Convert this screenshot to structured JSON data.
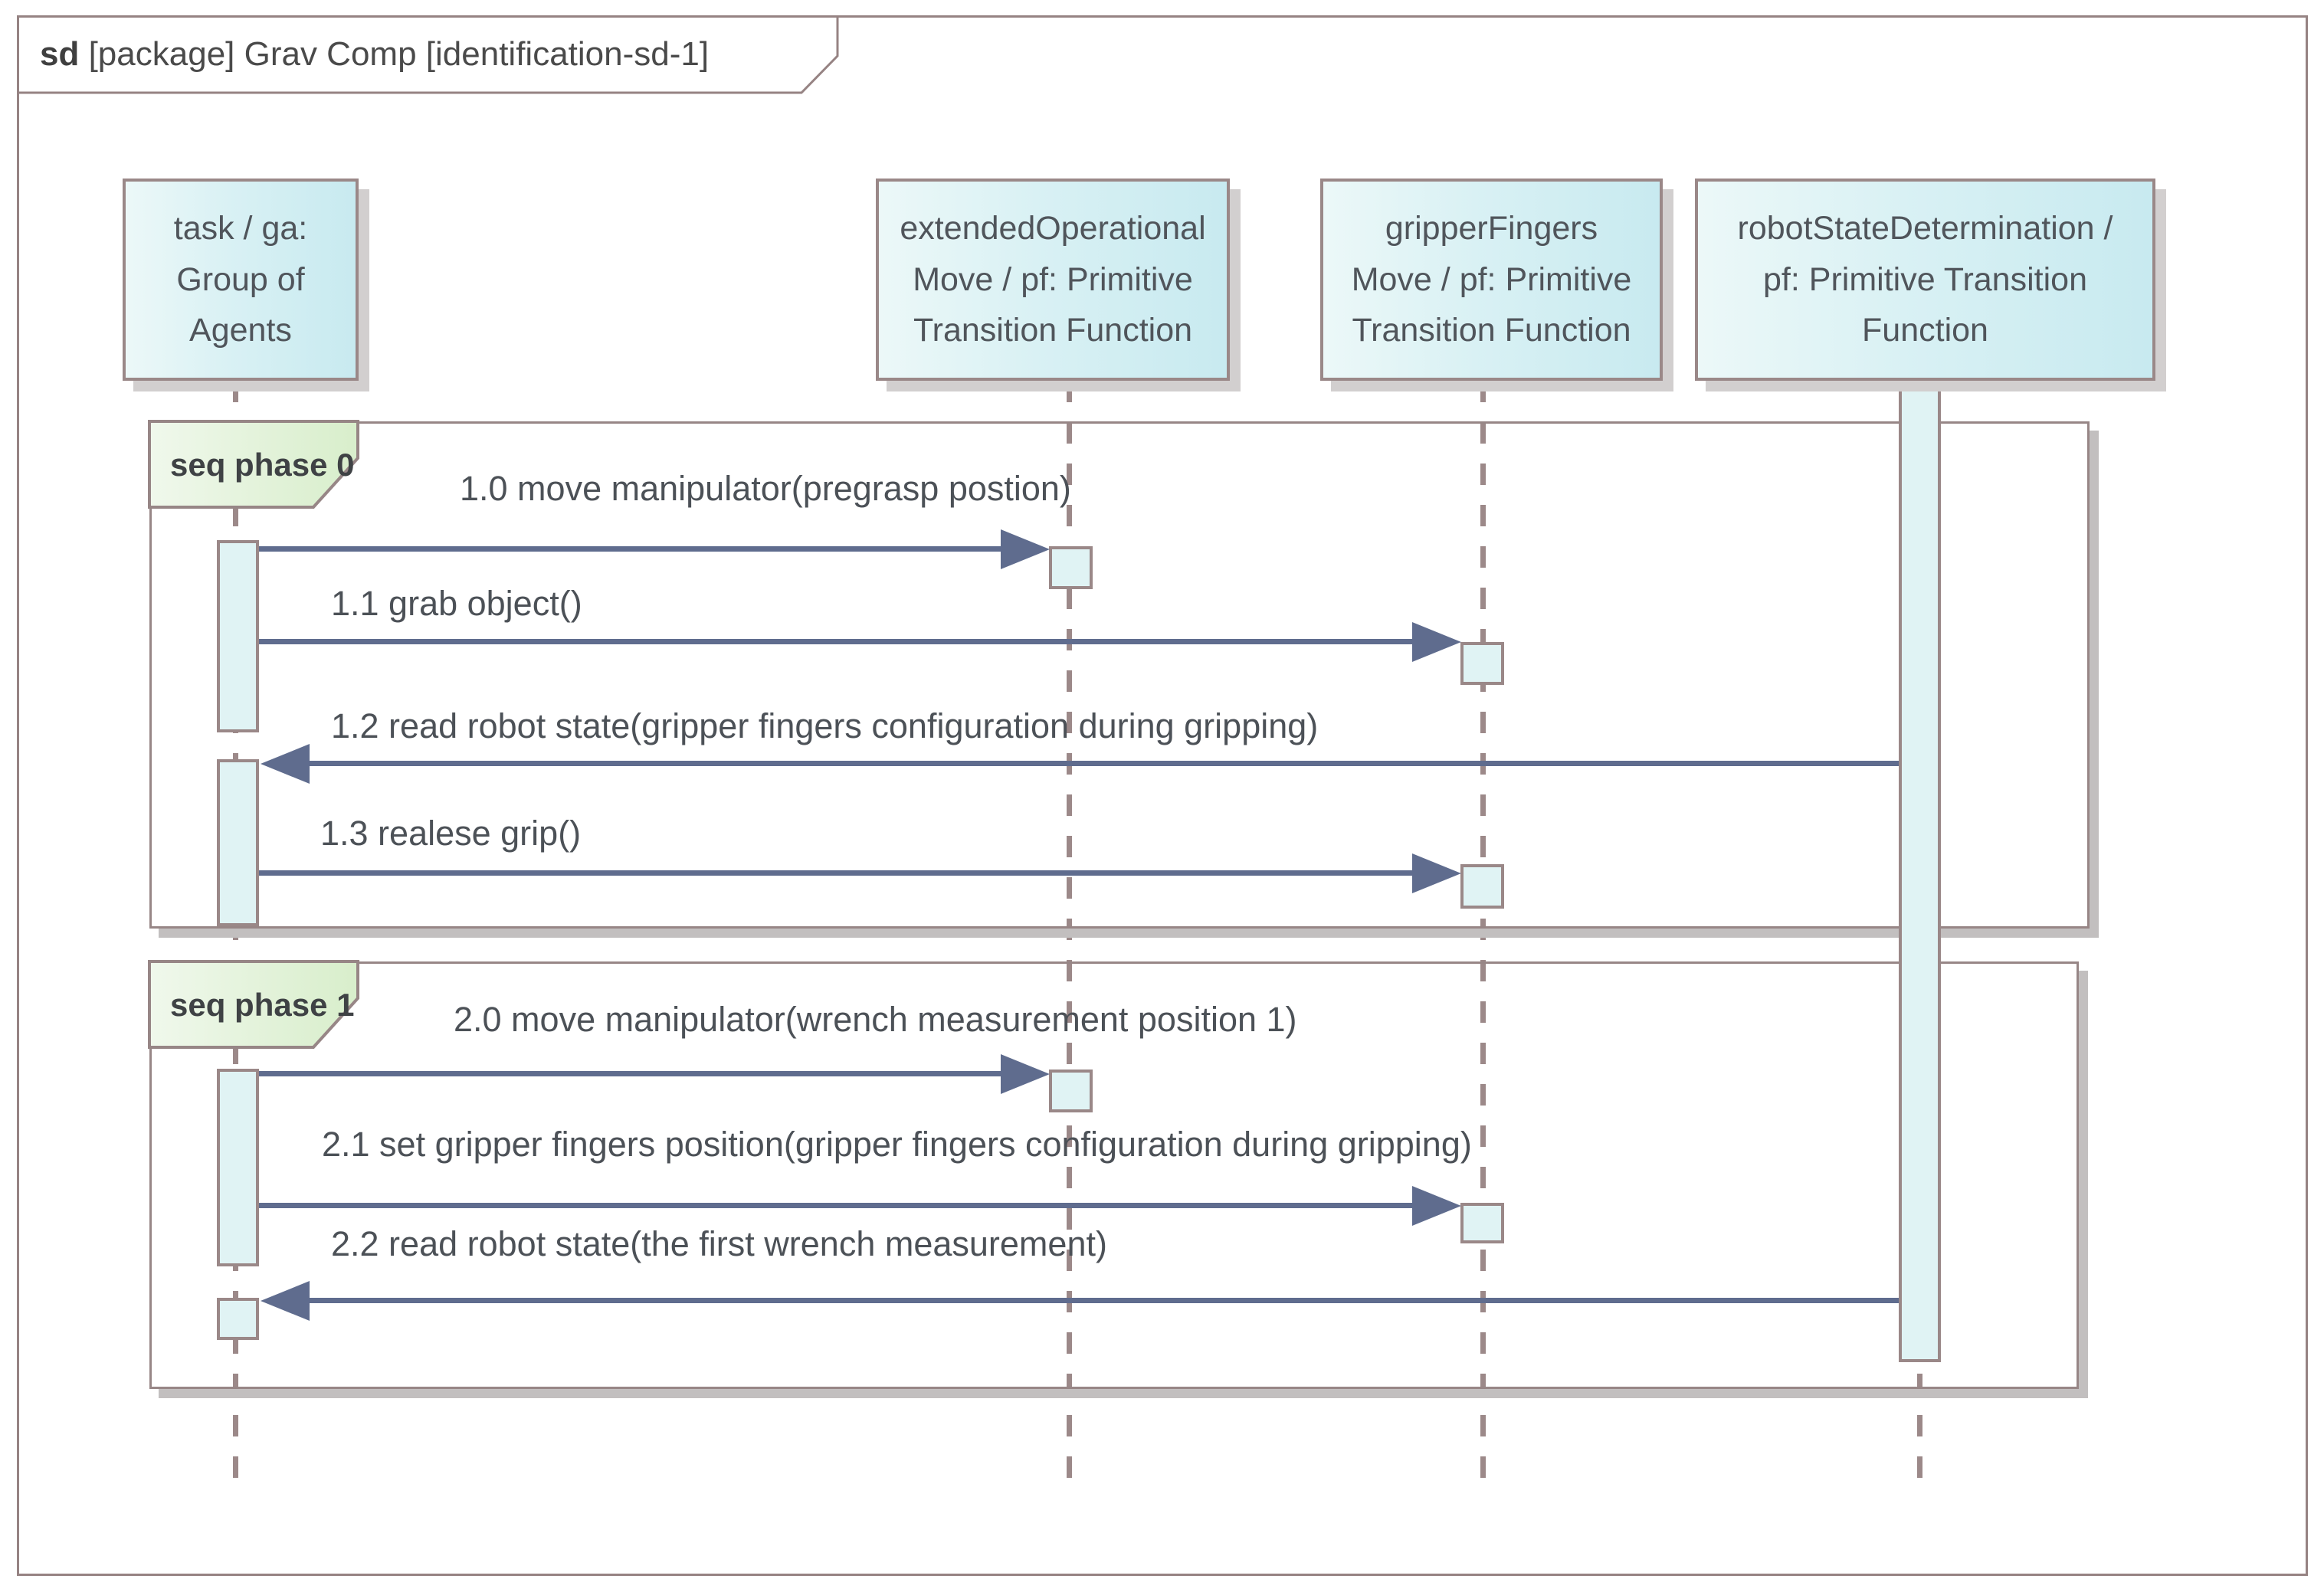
{
  "title": {
    "keyword": "sd",
    "rest": " [package] Grav Comp [identification-sd-1]"
  },
  "lifelines": [
    {
      "label": "task / ga:\nGroup of\nAgents"
    },
    {
      "label": "extendedOperational\nMove / pf: Primitive\nTransition Function"
    },
    {
      "label": "gripperFingers\nMove / pf: Primitive\nTransition Function"
    },
    {
      "label": "robotStateDetermination /\npf: Primitive Transition\nFunction"
    }
  ],
  "fragments": [
    {
      "label": "seq phase 0"
    },
    {
      "label": "seq phase 1"
    }
  ],
  "messages": [
    {
      "label": "1.0 move manipulator(pregrasp postion)",
      "direction": "right"
    },
    {
      "label": "1.1 grab object()",
      "direction": "right"
    },
    {
      "label": "1.2 read robot state(gripper fingers configuration during gripping)",
      "direction": "left"
    },
    {
      "label": "1.3 realese grip()",
      "direction": "right"
    },
    {
      "label": "2.0 move manipulator(wrench measurement position 1)",
      "direction": "right"
    },
    {
      "label": "2.1 set gripper fingers position(gripper fingers configuration during gripping)",
      "direction": "right"
    },
    {
      "label": "2.2 read robot state(the first wrench measurement)",
      "direction": "left"
    }
  ],
  "colors": {
    "border": "#978686",
    "lifeline_header_fill_left": "#ecf8f8",
    "lifeline_header_fill_right": "#c8eaf0",
    "fragment_label_fill_left": "#f0f8ec",
    "fragment_label_fill_right": "#d8eecb",
    "activation_fill": "#e0f3f4",
    "message_arrow": "#5f6c8e",
    "text": "#4c5157",
    "shadow": "#c2bfbf"
  }
}
